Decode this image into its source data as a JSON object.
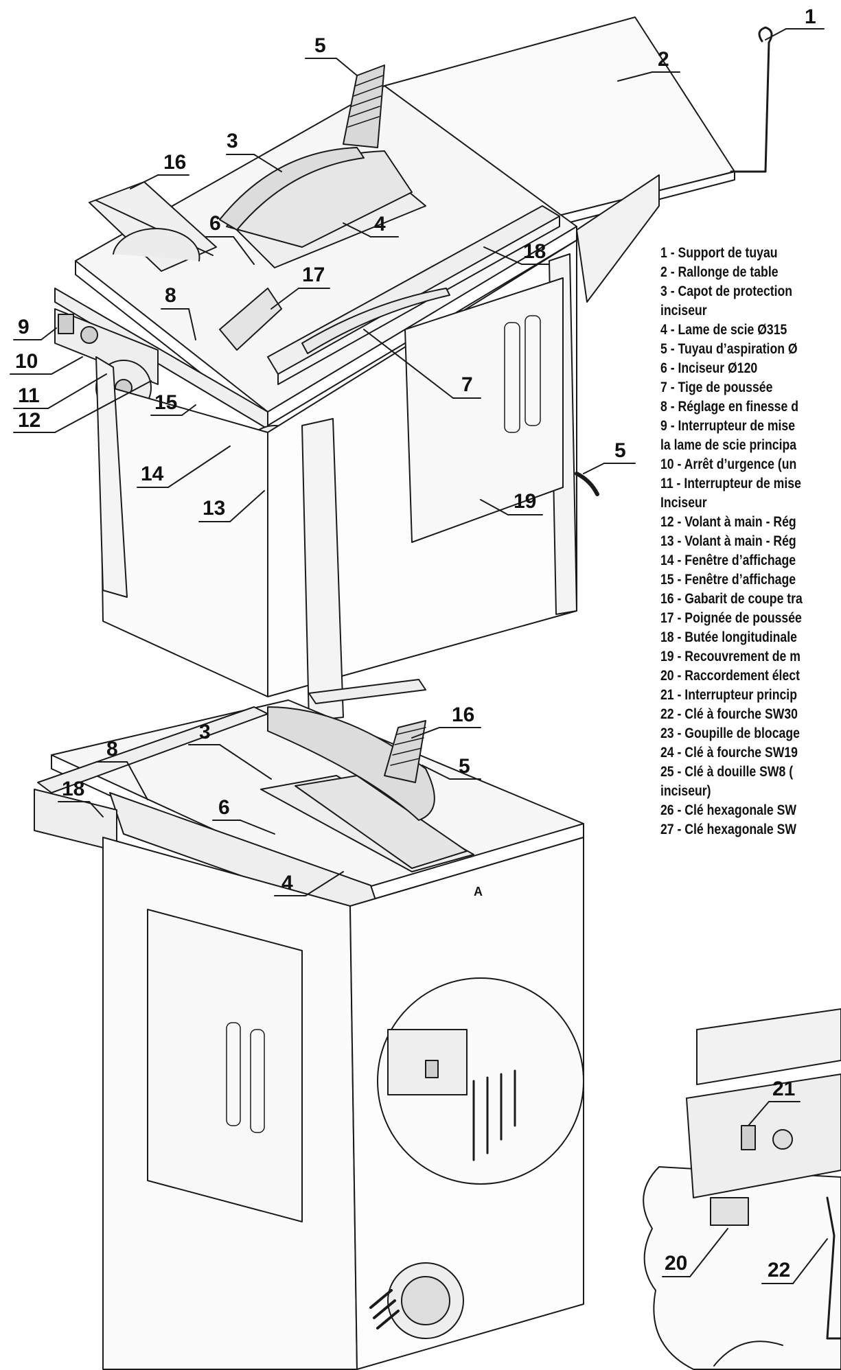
{
  "legend": [
    {
      "n": "1",
      "text": "Support de tuyau"
    },
    {
      "n": "2",
      "text": "Rallonge de table"
    },
    {
      "n": "3",
      "text": "Capot de protection"
    },
    {
      "n": "",
      "text": "inciseur"
    },
    {
      "n": "4",
      "text": "Lame de scie Ø315"
    },
    {
      "n": "5",
      "text": "Tuyau d’aspiration Ø"
    },
    {
      "n": "6",
      "text": "Inciseur Ø120"
    },
    {
      "n": "7",
      "text": "Tige de poussée"
    },
    {
      "n": "8",
      "text": "Réglage en finesse d"
    },
    {
      "n": "9",
      "text": "Interrupteur de mise"
    },
    {
      "n": "",
      "text": "la lame de scie principa"
    },
    {
      "n": "10",
      "text": "Arrêt d’urgence (un"
    },
    {
      "n": "11",
      "text": "Interrupteur de mise"
    },
    {
      "n": "",
      "text": "Inciseur"
    },
    {
      "n": "12",
      "text": "Volant à main - Rég"
    },
    {
      "n": "13",
      "text": "Volant à main - Rég"
    },
    {
      "n": "14",
      "text": "Fenêtre d’affichage"
    },
    {
      "n": "15",
      "text": "Fenêtre d’affichage"
    },
    {
      "n": "16",
      "text": "Gabarit de coupe tra"
    },
    {
      "n": "17",
      "text": "Poignée de poussée"
    },
    {
      "n": "18",
      "text": "Butée longitudinale"
    },
    {
      "n": "19",
      "text": "Recouvrement de m"
    },
    {
      "n": "20",
      "text": "Raccordement élect"
    },
    {
      "n": "21",
      "text": "Interrupteur princip"
    },
    {
      "n": "22",
      "text": "Clé à fourche SW30"
    },
    {
      "n": "23",
      "text": "Goupille de blocage"
    },
    {
      "n": "24",
      "text": "Clé à fourche SW19"
    },
    {
      "n": "25",
      "text": "Clé à douille SW8 ("
    },
    {
      "n": "",
      "text": "inciseur)"
    },
    {
      "n": "26",
      "text": "Clé hexagonale SW"
    },
    {
      "n": "27",
      "text": "Clé hexagonale SW"
    }
  ],
  "callouts_top": [
    "1",
    "2",
    "3",
    "4",
    "5",
    "5",
    "6",
    "7",
    "8",
    "9",
    "10",
    "11",
    "12",
    "13",
    "14",
    "15",
    "16",
    "17",
    "18",
    "19"
  ],
  "callouts_bottom": [
    "3",
    "4",
    "5",
    "6",
    "8",
    "16",
    "18"
  ],
  "callouts_detail": [
    "20",
    "21",
    "22"
  ],
  "machine_mark": "A"
}
